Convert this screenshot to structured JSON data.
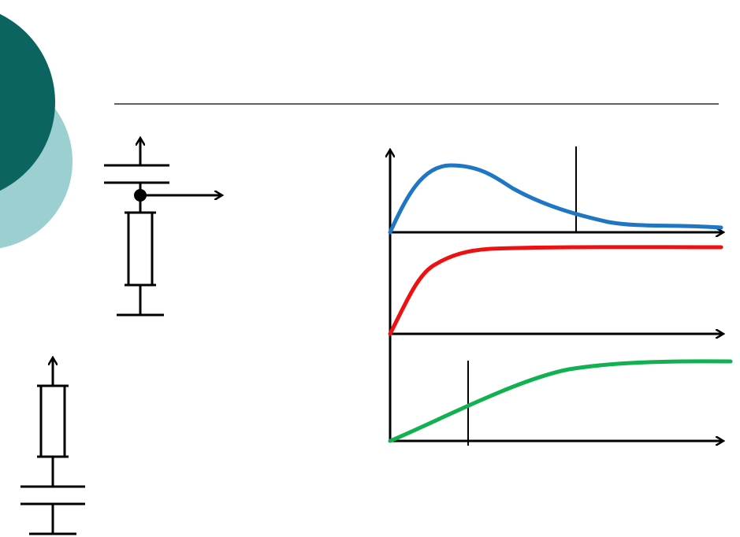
{
  "slide": {
    "decor": {
      "dark_circle_color": "#0c6461",
      "light_circle_color": "#9ccfcf",
      "title_rule_color": "#000000"
    },
    "circuit_top": {
      "elements": [
        "capacitor",
        "junction-node",
        "resistor",
        "ground"
      ],
      "arrows": [
        "up",
        "right"
      ]
    },
    "circuit_bottom": {
      "elements": [
        "resistor",
        "capacitor",
        "ground"
      ],
      "arrows": [
        "up"
      ]
    },
    "waveforms": [
      {
        "name": "",
        "color": "#1f77c4",
        "shape": "rise-peak-decay"
      },
      {
        "name": "",
        "color": "#ee1111",
        "shape": "fast-rise-saturate"
      },
      {
        "name": "",
        "color": "#11b050",
        "shape": "slow-rise-saturate"
      }
    ]
  }
}
